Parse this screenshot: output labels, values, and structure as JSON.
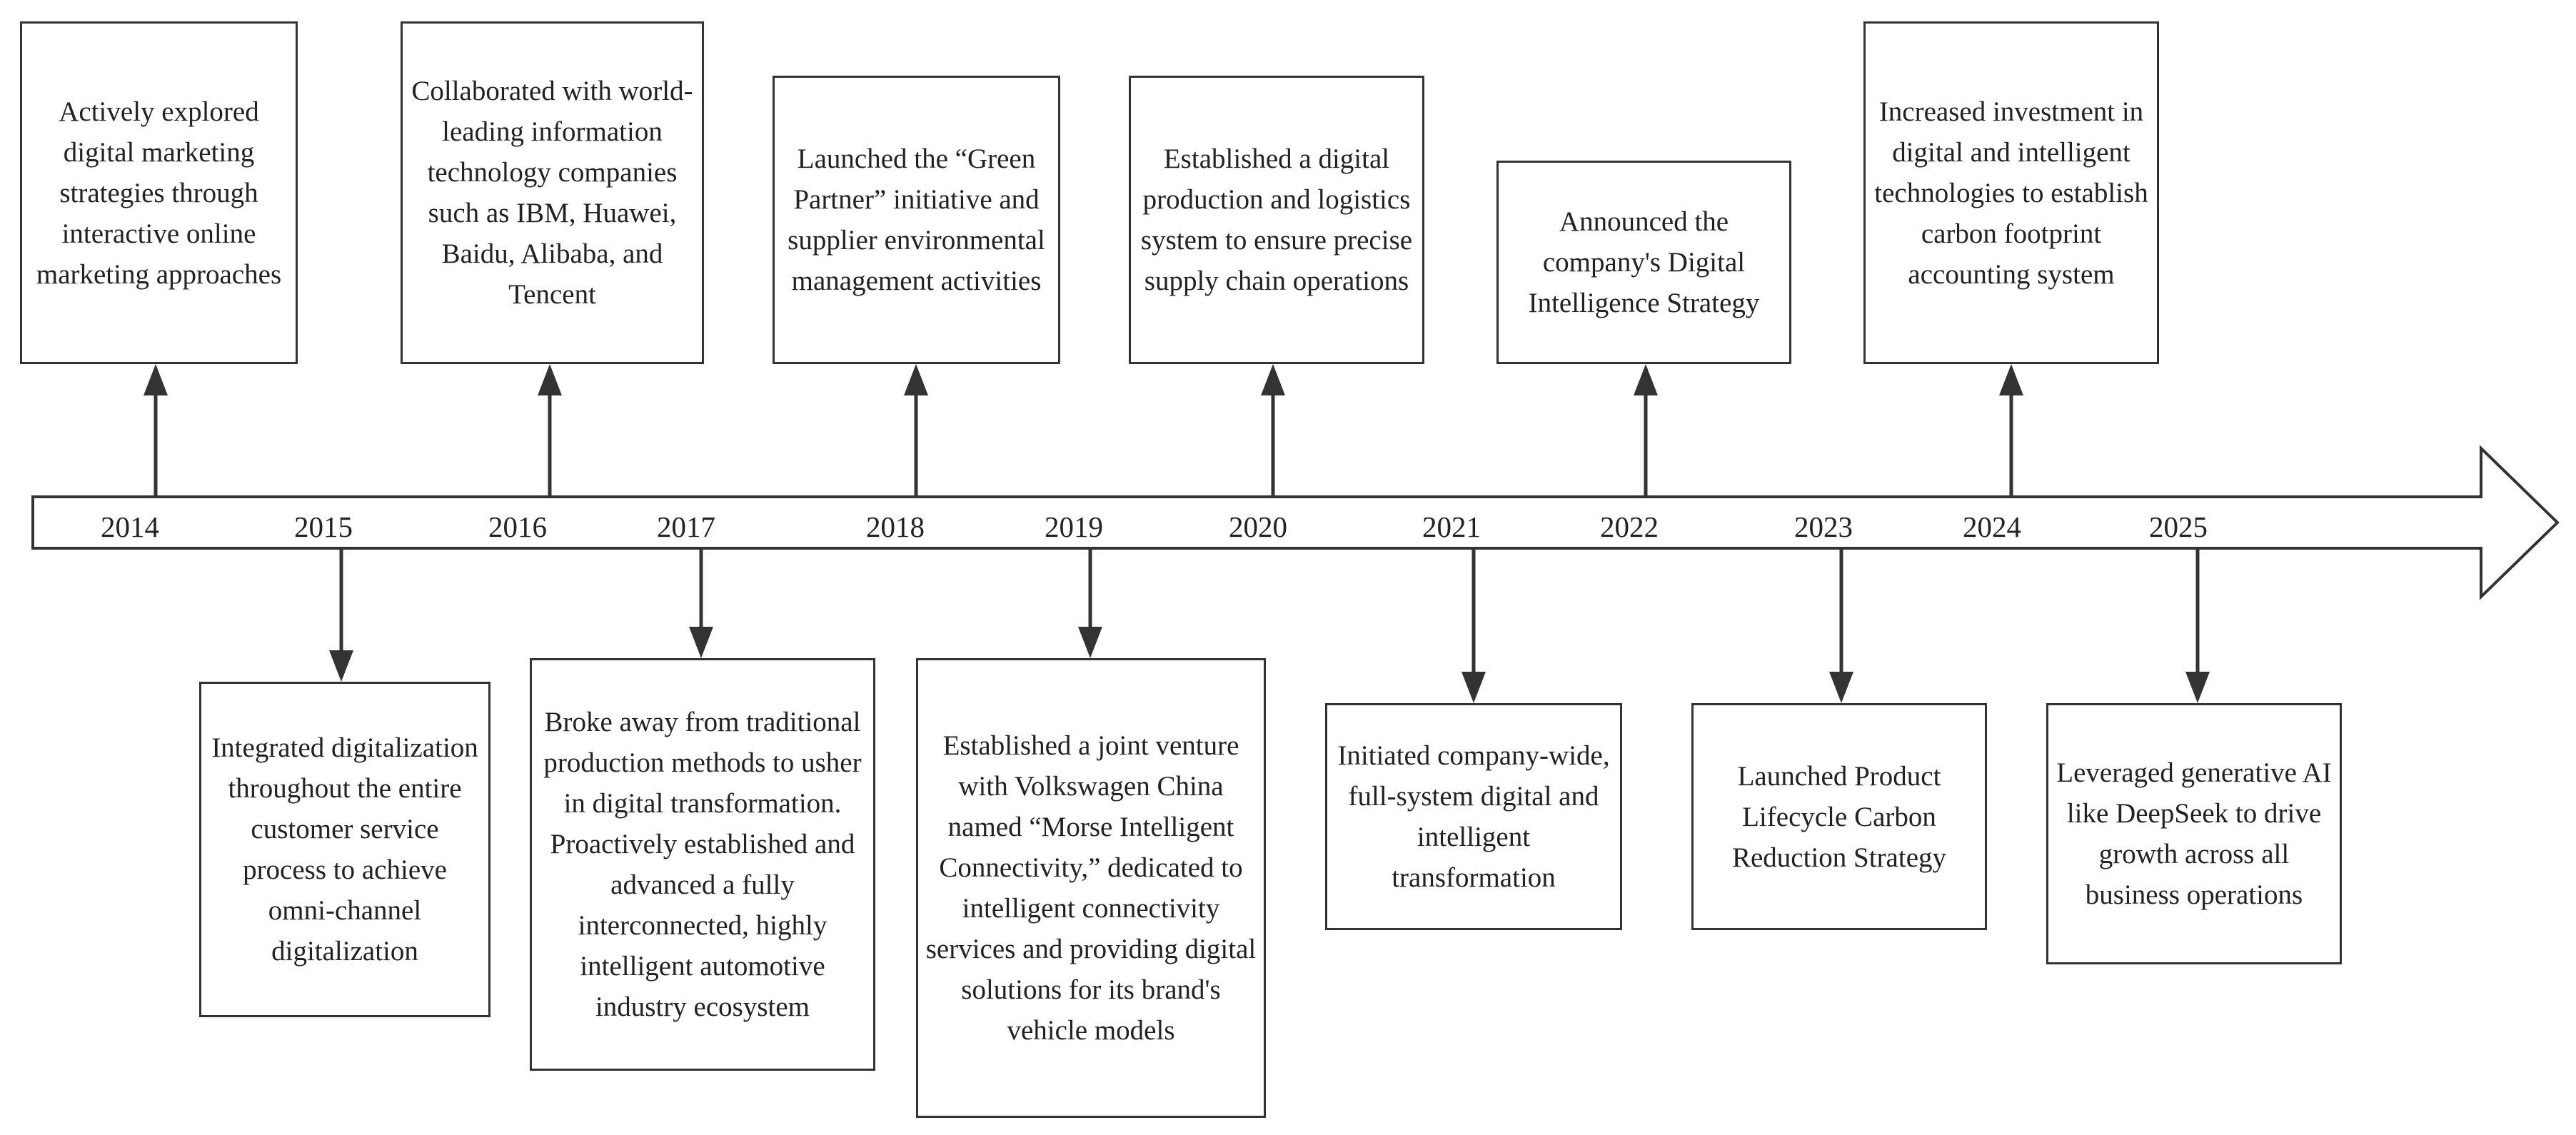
{
  "years": [
    "2014",
    "2015",
    "2016",
    "2017",
    "2018",
    "2019",
    "2020",
    "2021",
    "2022",
    "2023",
    "2024",
    "2025"
  ],
  "events": [
    {
      "year": "2014",
      "text": "Actively explored digital marketing strategies through interactive online marketing approaches"
    },
    {
      "year": "2015",
      "text": "Integrated digitalization throughout the entire customer service process to achieve omni-channel digitalization"
    },
    {
      "year": "2016",
      "text": "Collaborated with world-leading information technology companies such as IBM, Huawei, Baidu, Alibaba, and Tencent"
    },
    {
      "year": "2017",
      "text": "Broke away from traditional production methods to usher in digital transformation. Proactively established and advanced a fully interconnected, highly intelligent automotive industry ecosystem"
    },
    {
      "year": "2018",
      "text": "Launched the “Green Partner” initiative and supplier environmental management activities"
    },
    {
      "year": "2019",
      "text": "Established a joint venture with Volkswagen China named “Morse Intelligent Connectivity,” dedicated to intelligent connectivity services and providing digital solutions for its brand's vehicle models"
    },
    {
      "year": "2020",
      "text": "Established a digital production and logistics system to ensure precise supply chain operations"
    },
    {
      "year": "2021",
      "text": "Initiated company-wide, full-system digital and intelligent transformation"
    },
    {
      "year": "2022",
      "text": "Announced the company's Digital Intelligence Strategy"
    },
    {
      "year": "2023",
      "text": "Launched Product Lifecycle Carbon Reduction Strategy"
    },
    {
      "year": "2024",
      "text": "Increased investment in digital and intelligent technologies to establish carbon footprint accounting system"
    },
    {
      "year": "2025",
      "text": "Leveraged generative AI like DeepSeek to drive growth across all business operations"
    }
  ]
}
